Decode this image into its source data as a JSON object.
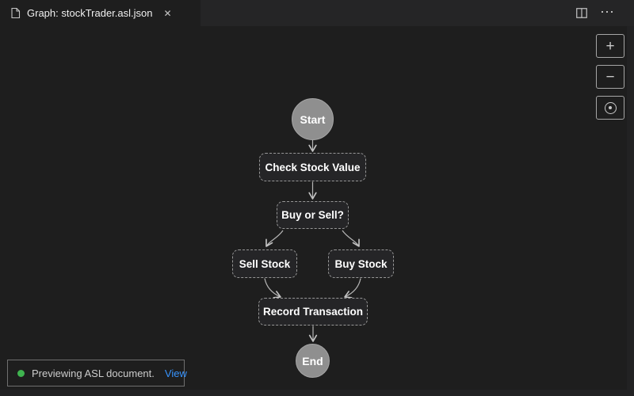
{
  "tab_bar": {
    "tab": {
      "title": "Graph: stockTrader.asl.json"
    }
  },
  "icons": {
    "close": "✕",
    "more": "⋯"
  },
  "controls": {
    "zoom_in": "+",
    "zoom_out": "−"
  },
  "diagram": {
    "nodes": [
      {
        "id": "start",
        "type": "circle",
        "label": "Start"
      },
      {
        "id": "check-stock-value",
        "type": "state",
        "label": "Check Stock Value"
      },
      {
        "id": "buy-or-sell",
        "type": "choice",
        "label": "Buy or Sell?"
      },
      {
        "id": "sell-stock",
        "type": "state",
        "label": "Sell Stock"
      },
      {
        "id": "buy-stock",
        "type": "state",
        "label": "Buy Stock"
      },
      {
        "id": "record-transaction",
        "type": "state",
        "label": "Record Transaction"
      },
      {
        "id": "end",
        "type": "circle",
        "label": "End"
      }
    ],
    "edges": [
      {
        "from": "start",
        "to": "check-stock-value"
      },
      {
        "from": "check-stock-value",
        "to": "buy-or-sell"
      },
      {
        "from": "buy-or-sell",
        "to": "sell-stock"
      },
      {
        "from": "buy-or-sell",
        "to": "buy-stock"
      },
      {
        "from": "sell-stock",
        "to": "record-transaction"
      },
      {
        "from": "buy-stock",
        "to": "record-transaction"
      },
      {
        "from": "record-transaction",
        "to": "end"
      }
    ]
  },
  "status": {
    "message": "Previewing ASL document.",
    "link": "View"
  },
  "colors": {
    "tab_bar_bg": "#252526",
    "editor_bg": "#1e1e1e",
    "node_fill": "#252527",
    "node_border": "#979797",
    "circle_fill": "#8f8f8f",
    "edge": "#b5b5b5",
    "link_blue": "#3794ff",
    "status_green": "#3fb34f",
    "text": "#ffffff"
  }
}
